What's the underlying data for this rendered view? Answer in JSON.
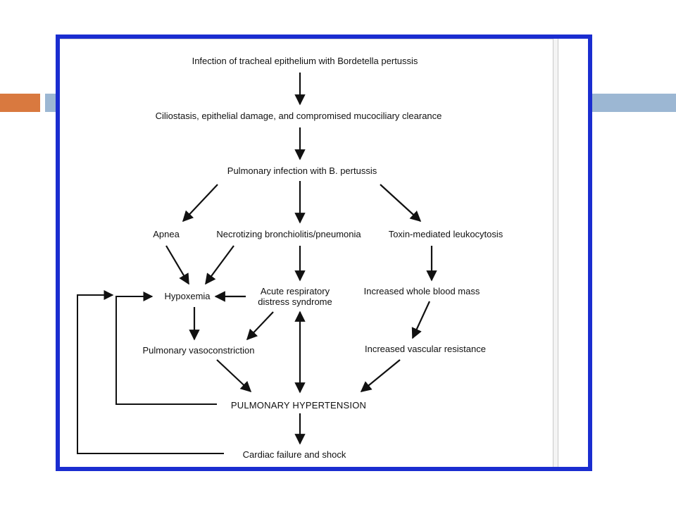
{
  "diagram": {
    "nodes": {
      "infection_tracheal": {
        "text": "Infection of tracheal epithelium with ",
        "italic": "Bordetella pertussis"
      },
      "ciliostasis": {
        "text": "Ciliostasis, epithelial damage, and compromised mucociliary clearance"
      },
      "pulmonary_infection": {
        "text": "Pulmonary infection with ",
        "italic": "B. pertussis"
      },
      "apnea": {
        "text": "Apnea"
      },
      "necrotizing": {
        "text": "Necrotizing bronchiolitis/pneumonia"
      },
      "toxin": {
        "text": "Toxin-mediated leukocytosis"
      },
      "hypoxemia": {
        "text": "Hypoxemia"
      },
      "ards_line1": {
        "text": "Acute respiratory"
      },
      "ards_line2": {
        "text": "distress syndrome"
      },
      "whole_blood": {
        "text": "Increased whole blood mass"
      },
      "vasoconstriction": {
        "text": "Pulmonary vasoconstriction"
      },
      "vascular_resistance": {
        "text": "Increased vascular resistance"
      },
      "pulm_htn": {
        "text": "PULMONARY HYPERTENSION"
      },
      "cardiac_failure": {
        "text": "Cardiac failure and shock"
      }
    },
    "edges": [
      {
        "from": "infection_tracheal",
        "to": "ciliostasis"
      },
      {
        "from": "ciliostasis",
        "to": "pulmonary_infection"
      },
      {
        "from": "pulmonary_infection",
        "to": "apnea"
      },
      {
        "from": "pulmonary_infection",
        "to": "necrotizing"
      },
      {
        "from": "pulmonary_infection",
        "to": "toxin"
      },
      {
        "from": "apnea",
        "to": "hypoxemia"
      },
      {
        "from": "necrotizing",
        "to": "hypoxemia"
      },
      {
        "from": "necrotizing",
        "to": "ards"
      },
      {
        "from": "toxin",
        "to": "whole_blood"
      },
      {
        "from": "ards",
        "to": "hypoxemia"
      },
      {
        "from": "hypoxemia",
        "to": "vasoconstriction"
      },
      {
        "from": "ards",
        "to": "vasoconstriction"
      },
      {
        "from": "whole_blood",
        "to": "vascular_resistance"
      },
      {
        "from": "ards",
        "to": "pulm_htn",
        "bidirectional": true
      },
      {
        "from": "vasoconstriction",
        "to": "pulm_htn"
      },
      {
        "from": "vascular_resistance",
        "to": "pulm_htn"
      },
      {
        "from": "pulm_htn",
        "to": "cardiac_failure"
      },
      {
        "from": "pulm_htn",
        "to": "hypoxemia",
        "feedback": true
      },
      {
        "from": "cardiac_failure",
        "to": "hypoxemia",
        "feedback": true
      }
    ]
  },
  "colors": {
    "frame_border": "#1a2dd0",
    "accent_orange": "#d9793f",
    "accent_blue": "#9cb7d3",
    "text": "#111111"
  }
}
